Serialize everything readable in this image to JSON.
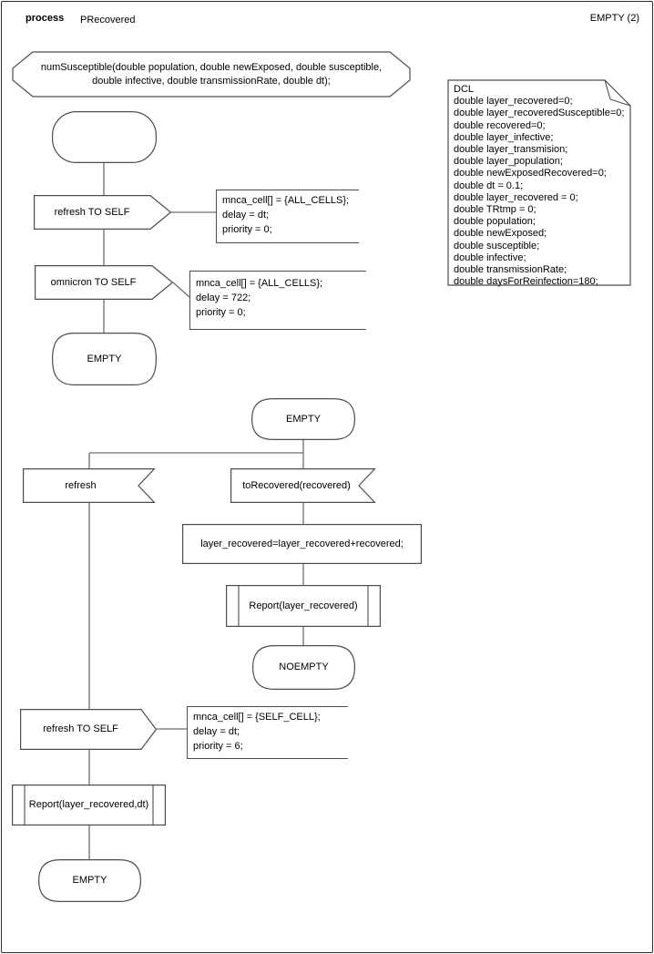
{
  "header": {
    "kind_label": "process",
    "process_name": "PRecovered",
    "page_label": "EMPTY (2)"
  },
  "signature": {
    "text": "numSusceptible(double population, double newExposed, double susceptible,\ndouble infective, double transmissionRate, double dt);"
  },
  "declarations": {
    "text": "DCL\ndouble layer_recovered=0;\ndouble layer_recoveredSusceptible=0;\ndouble recovered=0;\ndouble layer_infective;\ndouble layer_transmision;\ndouble layer_population;\ndouble newExposedRecovered=0;\ndouble dt = 0.1;\ndouble layer_recovered = 0;\ndouble TRtmp = 0;\ndouble population;\ndouble newExposed;\ndouble susceptible;\ndouble infective;\ndouble transmissionRate;\ndouble daysForReinfection=180;"
  },
  "states": {
    "start": "",
    "empty_top": "EMPTY",
    "empty_mid": "EMPTY",
    "noempty": "NOEMPTY",
    "empty_bottom": "EMPTY"
  },
  "outputs": {
    "refresh_to_self_1": "refresh TO SELF",
    "omnicron_to_self": "omnicron TO SELF",
    "refresh_to_self_2": "refresh TO SELF"
  },
  "inputs": {
    "refresh": "refresh",
    "to_recovered": "toRecovered(recovered)"
  },
  "tasks": {
    "accumulate": "layer_recovered=layer_recovered+recovered;"
  },
  "procedures": {
    "report_layer": "Report(layer_recovered)",
    "report_layer_dt": "Report(layer_recovered,dt)"
  },
  "comments": {
    "all_cells_dt": "mnca_cell[] = {ALL_CELLS};\ndelay = dt;\npriority = 0;",
    "all_cells_722": "mnca_cell[] = {ALL_CELLS};\ndelay = 722;\npriority = 0;",
    "self_cell_dt": "mnca_cell[] = {SELF_CELL};\ndelay = dt;\npriority = 6;"
  },
  "colors": {
    "ink": "#000000",
    "line": "#4d4d4d",
    "flow": "#6e6e6e",
    "paper": "#ffffff"
  }
}
